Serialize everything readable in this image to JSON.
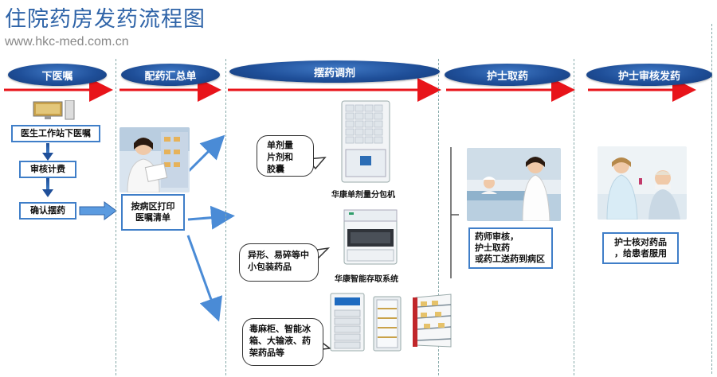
{
  "header": {
    "title": "住院药房发药流程图",
    "url": "www.hkc-med.com.cn"
  },
  "stages": [
    {
      "label": "下医嘱"
    },
    {
      "label": "配药汇总单"
    },
    {
      "label": "摆药调剂"
    },
    {
      "label": "护士取药"
    },
    {
      "label": "护士审核发药"
    }
  ],
  "order_steps": [
    {
      "label": "医生工作站下医嘱"
    },
    {
      "label": "审核计费"
    },
    {
      "label": "确认摆药"
    }
  ],
  "summary": {
    "print_text": "按病区打印\n医嘱清单"
  },
  "dispensing": {
    "device_1": {
      "note": "单剂量\n片剂和\n胶囊",
      "caption": "华康单剂量分包机"
    },
    "device_2": {
      "note": "异形、易碎等中\n小包装药品",
      "caption": "华康智能存取系统"
    },
    "device_3": {
      "note": "毒麻柜、智能冰\n箱、大输液、药\n架药品等"
    }
  },
  "nurse_pickup": {
    "text": "药师审核，\n护士取药\n或药工送药到病区"
  },
  "nurse_verify": {
    "text": "护士核对药品\n，给患者服用"
  },
  "colors": {
    "accent": "#2f64a8",
    "stage_blue": "#1f4f99",
    "arrow_red": "#e8141a",
    "box_border": "#3f7ec8",
    "flow_arrow": "#4a8bd6"
  }
}
